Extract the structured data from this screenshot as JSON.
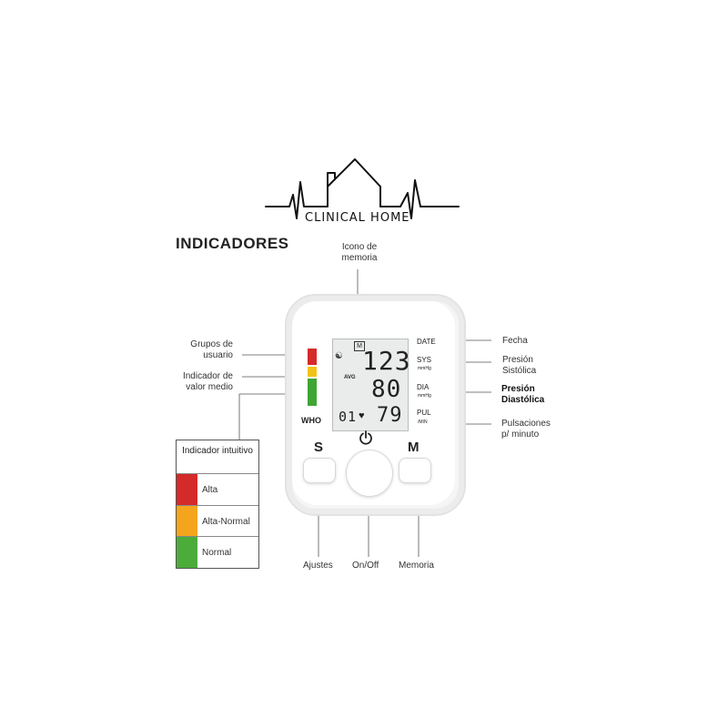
{
  "logo": {
    "text": "CLINICAL HOME",
    "name": "clinical-home-logo"
  },
  "section_title": "INDICADORES",
  "device": {
    "memory_icon": "M",
    "avg_label": "AVG",
    "sys_value": "123",
    "dia_value": "80",
    "pulse_value": "79",
    "user_number": "01",
    "heart_icon": "heart-icon",
    "user_icon": "user-icon",
    "labels": {
      "date": "DATE",
      "sys": "SYS",
      "sys_unit": "mmHg",
      "dia": "DIA",
      "dia_unit": "mmHg",
      "pul": "PUL",
      "pul_unit": "/MIN",
      "who": "WHO"
    },
    "buttons": {
      "s": "S",
      "m": "M",
      "power_icon": "power-icon"
    },
    "bar_colors": {
      "red": "#d42a2a",
      "yellow": "#f2c318",
      "green": "#3fa535"
    }
  },
  "callouts": {
    "memory_icon": "Icono de memoria",
    "user_groups": "Grupos de usuario",
    "avg_indicator": "Indicador de valor medio",
    "date": "Fecha",
    "systolic": "Presión Sistólica",
    "diastolic": "Presión Diastólica",
    "pulse": "Pulsaciones p/ minuto",
    "settings": "Ajustes",
    "onoff": "On/Off",
    "memory": "Memoria"
  },
  "legend": {
    "title": "Indicador intuitivo",
    "rows": [
      {
        "label": "Alta",
        "color": "#d42a2a"
      },
      {
        "label": "Alta-Normal",
        "color": "#f4a51c"
      },
      {
        "label": "Normal",
        "color": "#4bac3a"
      }
    ]
  }
}
